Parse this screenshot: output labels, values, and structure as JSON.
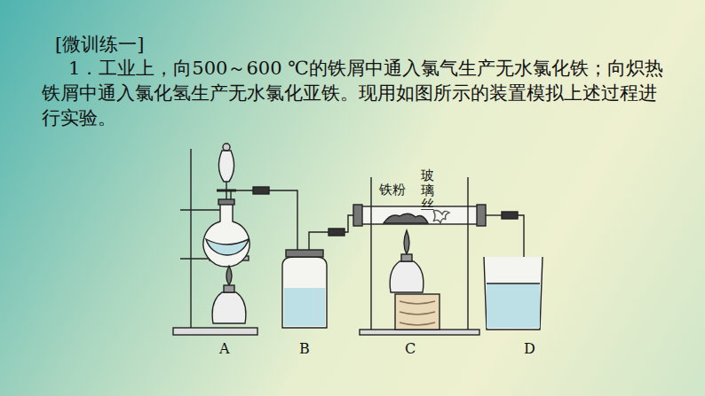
{
  "diagram": {
    "title": "[微训练一]",
    "labels": [
      "1．工业上，向500～600 ℃的铁屑中通入氯气生产无水氯化铁；向炽热铁屑中通入氯化氢生产无水氯化亚铁。现用如图所示的装置模拟上述过程进行实验。",
      "铁粉",
      "玻璃丝",
      "A",
      "B",
      "C",
      "D"
    ]
  }
}
